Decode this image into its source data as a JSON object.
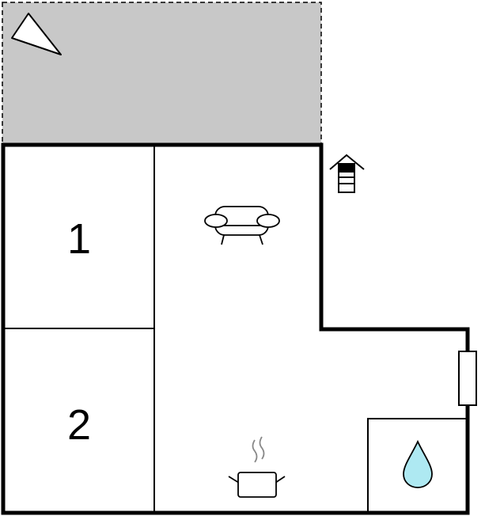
{
  "floorplan": {
    "rooms": [
      {
        "id": "bedroom-1",
        "label": "1"
      },
      {
        "id": "bedroom-2",
        "label": "2"
      }
    ],
    "icons": {
      "compass": "north-arrow-icon",
      "entrance": "house-entrance-icon",
      "living": "sofa-icon",
      "kitchen": "cooking-pot-icon",
      "bathroom": "water-drop-icon",
      "heater": "radiator-icon"
    },
    "colors": {
      "terrace_fill": "#c8c8c8",
      "wall": "#000000",
      "water_drop": "#aee9f2",
      "background": "#ffffff"
    }
  }
}
